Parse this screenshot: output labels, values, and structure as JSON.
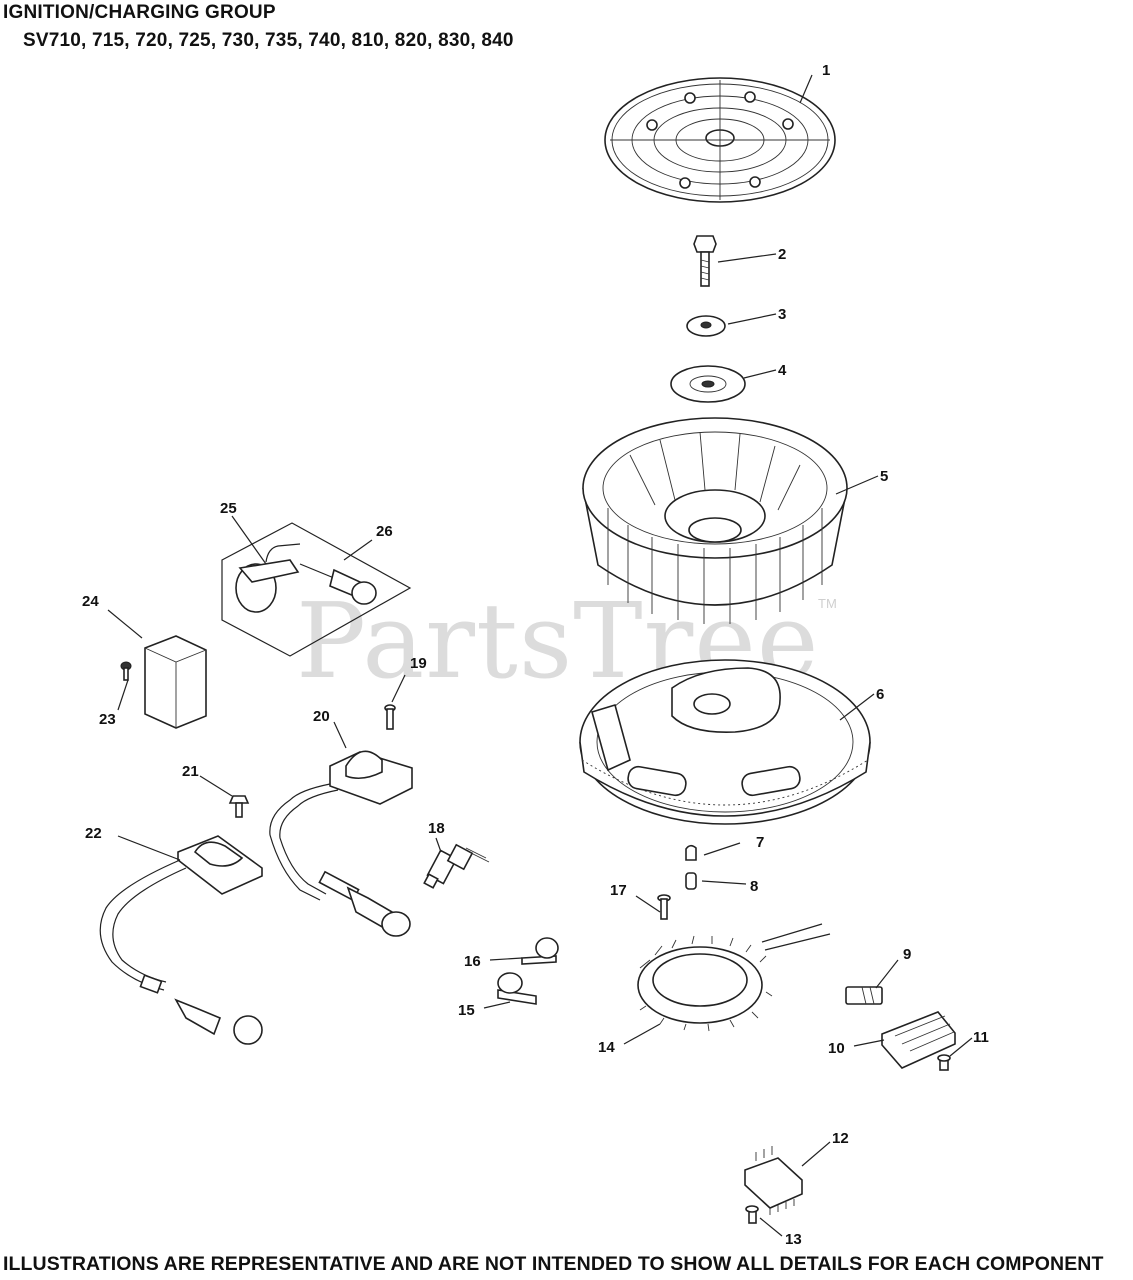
{
  "header": {
    "title": "IGNITION/CHARGING GROUP",
    "models": "SV710, 715, 720, 725, 730, 735, 740, 810, 820, 830, 840"
  },
  "watermark": {
    "text": "PartsTree",
    "tm": "TM"
  },
  "footer": "ILLUSTRATIONS ARE REPRESENTATIVE AND ARE NOT INTENDED TO SHOW ALL DETAILS FOR EACH COMPONENT",
  "callouts": [
    "1",
    "2",
    "3",
    "4",
    "5",
    "6",
    "7",
    "8",
    "9",
    "10",
    "11",
    "12",
    "13",
    "14",
    "15",
    "16",
    "17",
    "18",
    "19",
    "20",
    "21",
    "22",
    "23",
    "24",
    "25",
    "26"
  ]
}
